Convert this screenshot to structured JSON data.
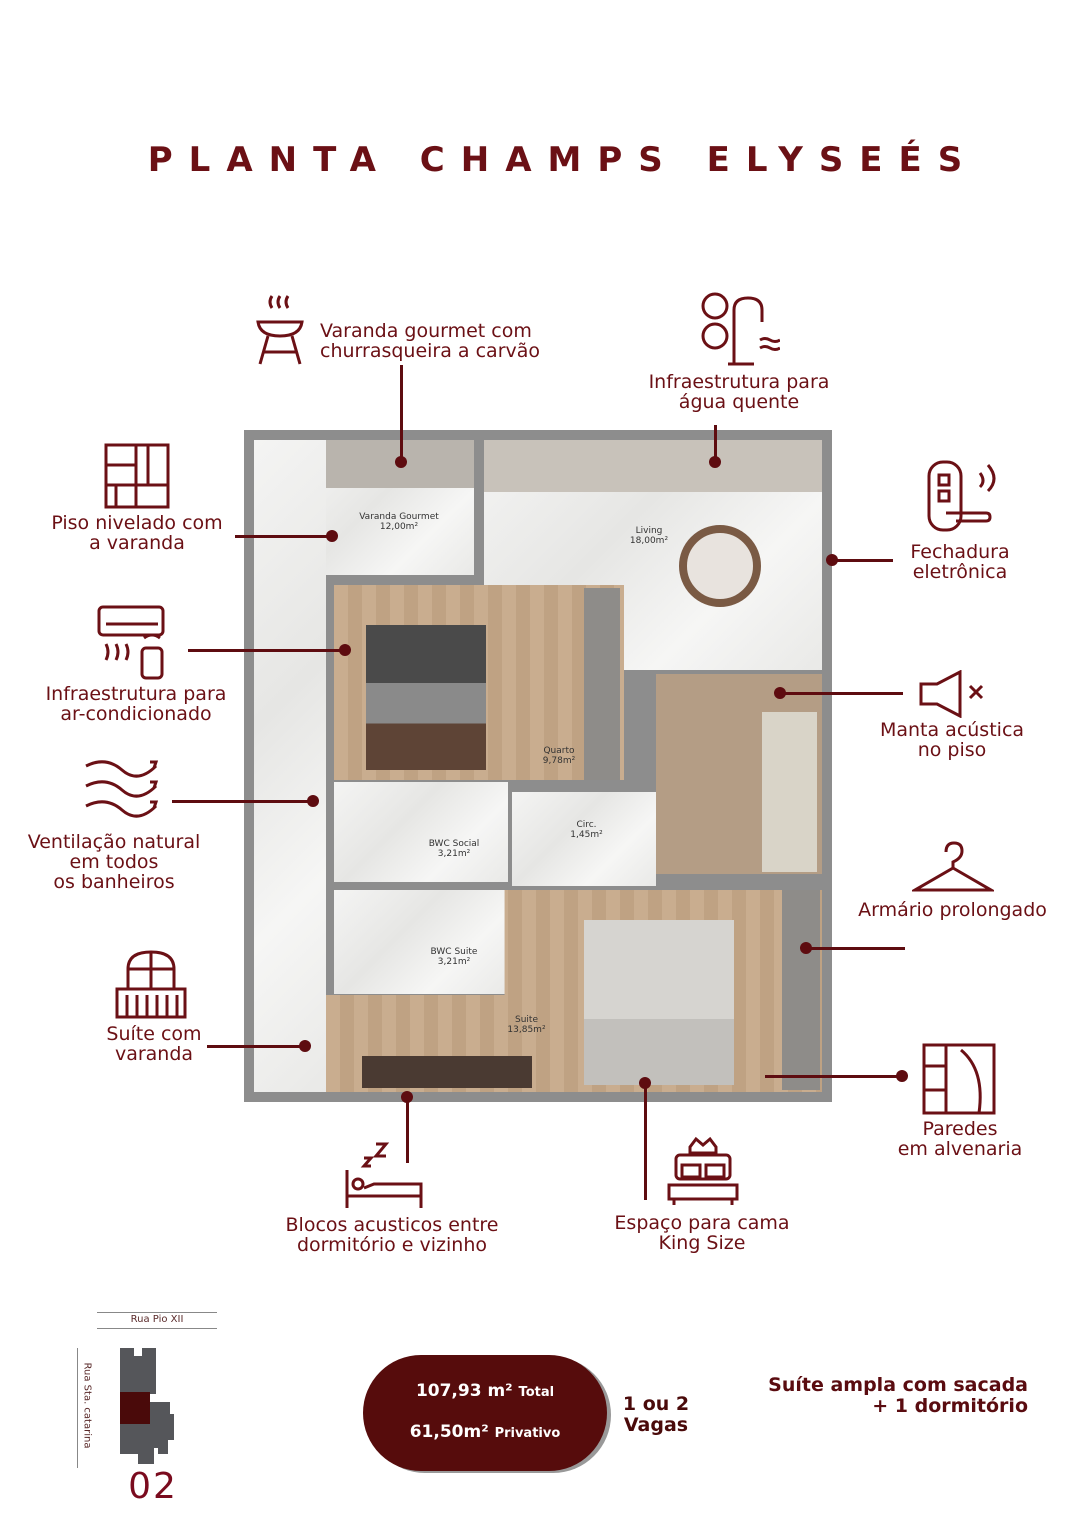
{
  "title": "PLANTA CHAMPS ELYSEÉS",
  "colors": {
    "accent": "#6b1015",
    "pill": "#560c0c",
    "building": "#55565a"
  },
  "features": [
    {
      "label": "Varanda gourmet com\nchurrasqueira a carvão",
      "icon": "grill-icon"
    },
    {
      "label": "Infraestrutura para\nágua quente",
      "icon": "hot-water-faucet-icon"
    },
    {
      "label": "Piso nivelado com\na varanda",
      "icon": "floor-tiles-icon"
    },
    {
      "label": "Fechadura\neletrônica",
      "icon": "electronic-lock-icon"
    },
    {
      "label": "Infraestrutura para\nar-condicionado",
      "icon": "air-conditioner-icon"
    },
    {
      "label": "Manta acústica\nno piso",
      "icon": "speaker-mute-icon"
    },
    {
      "label": "Ventilação natural\nem todos\nos banheiros",
      "icon": "wind-icon"
    },
    {
      "label": "Armário prolongado",
      "icon": "hanger-icon"
    },
    {
      "label": "Suíte com\nvaranda",
      "icon": "balcony-icon"
    },
    {
      "label": "Paredes\nem alvenaria",
      "icon": "wall-icon"
    },
    {
      "label": "Blocos acusticos entre\ndormitório e vizinho",
      "icon": "sleeping-bed-icon"
    },
    {
      "label": "Espaço para cama\nKing Size",
      "icon": "king-bed-icon"
    }
  ],
  "rooms": [
    {
      "name": "Varanda Gourmet",
      "area": "12,00m²"
    },
    {
      "name": "Living",
      "area": "18,00m²"
    },
    {
      "name": "Quarto",
      "area": "9,78m²"
    },
    {
      "name": "Circ.",
      "area": "1,45m²"
    },
    {
      "name": "BWC Social",
      "area": "3,21m²"
    },
    {
      "name": "BWC Suite",
      "area": "3,21m²"
    },
    {
      "name": "Suite",
      "area": "13,85m²"
    }
  ],
  "location": {
    "street_top": "Rua Pio XII",
    "street_side": "Rua Sta. catarina",
    "unit": "02"
  },
  "summary": {
    "total_value": "107,93 m²",
    "total_label": "Total",
    "private_value": "61,50m²",
    "private_label": "Privativo",
    "parking": "1 ou 2\nVagas",
    "description": "Suíte ampla com sacada\n+ 1 dormitório"
  }
}
